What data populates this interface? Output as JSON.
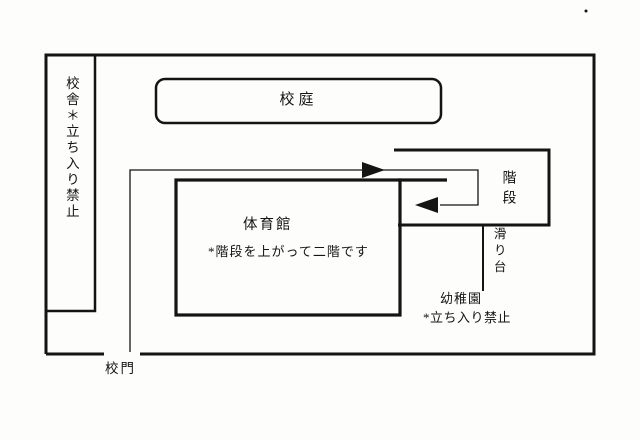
{
  "diagram": {
    "background": "#fdfdfb",
    "ink": "#141414",
    "labels": {
      "school_building": "校舎＊立ち入り禁止",
      "schoolyard": "校庭",
      "gym_title": "体育館",
      "gym_note": "*階段を上がって二階です",
      "stairs": "階段",
      "slide": "滑り台",
      "kindergarten_name": "幼稚園",
      "kindergarten_note": "*立ち入り禁止",
      "gate": "校門"
    }
  }
}
